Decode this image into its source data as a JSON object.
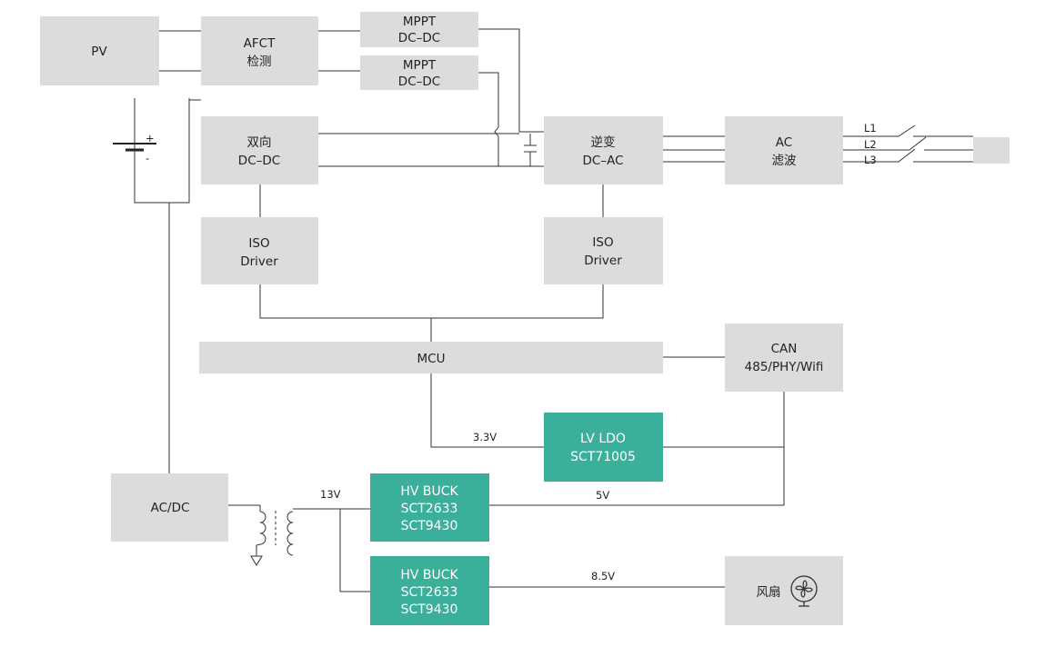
{
  "colors": {
    "block": "#dcdcdc",
    "accent_block": "#3aaf9a",
    "wire": "#333333",
    "accent_text": "#ffffff"
  },
  "blocks": {
    "pv": [
      "PV"
    ],
    "afct": [
      "AFCT",
      "检测"
    ],
    "mppt1": [
      "MPPT",
      "DC–DC"
    ],
    "mppt2": [
      "MPPT",
      "DC–DC"
    ],
    "bidir": [
      "双向",
      "DC–DC"
    ],
    "inverter": [
      "逆变",
      "DC–AC"
    ],
    "ac_filter": [
      "AC",
      "滤波"
    ],
    "iso1": [
      "ISO",
      "Driver"
    ],
    "iso2": [
      "ISO",
      "Driver"
    ],
    "mcu": [
      "MCU"
    ],
    "comm": [
      "CAN",
      "485/PHY/Wifi"
    ],
    "lv_ldo": [
      "LV LDO",
      "SCT71005"
    ],
    "acdc": [
      "AC/DC"
    ],
    "hv_buck1": [
      "HV BUCK",
      "SCT2633",
      "SCT9430"
    ],
    "hv_buck2": [
      "HV BUCK",
      "SCT2633",
      "SCT9430"
    ],
    "fan": [
      "风扇"
    ]
  },
  "labels": {
    "v33": "3.3V",
    "v13": "13V",
    "v5": "5V",
    "v85": "8.5V",
    "l1": "L1",
    "l2": "L2",
    "l3": "L3",
    "plus": "+",
    "minus": "-"
  },
  "icons": {
    "fan": "fan-icon",
    "battery": "battery-icon",
    "transformer": "transformer-icon",
    "ground": "ground-icon",
    "capacitor": "capacitor-icon",
    "switch": "switch-icon"
  }
}
